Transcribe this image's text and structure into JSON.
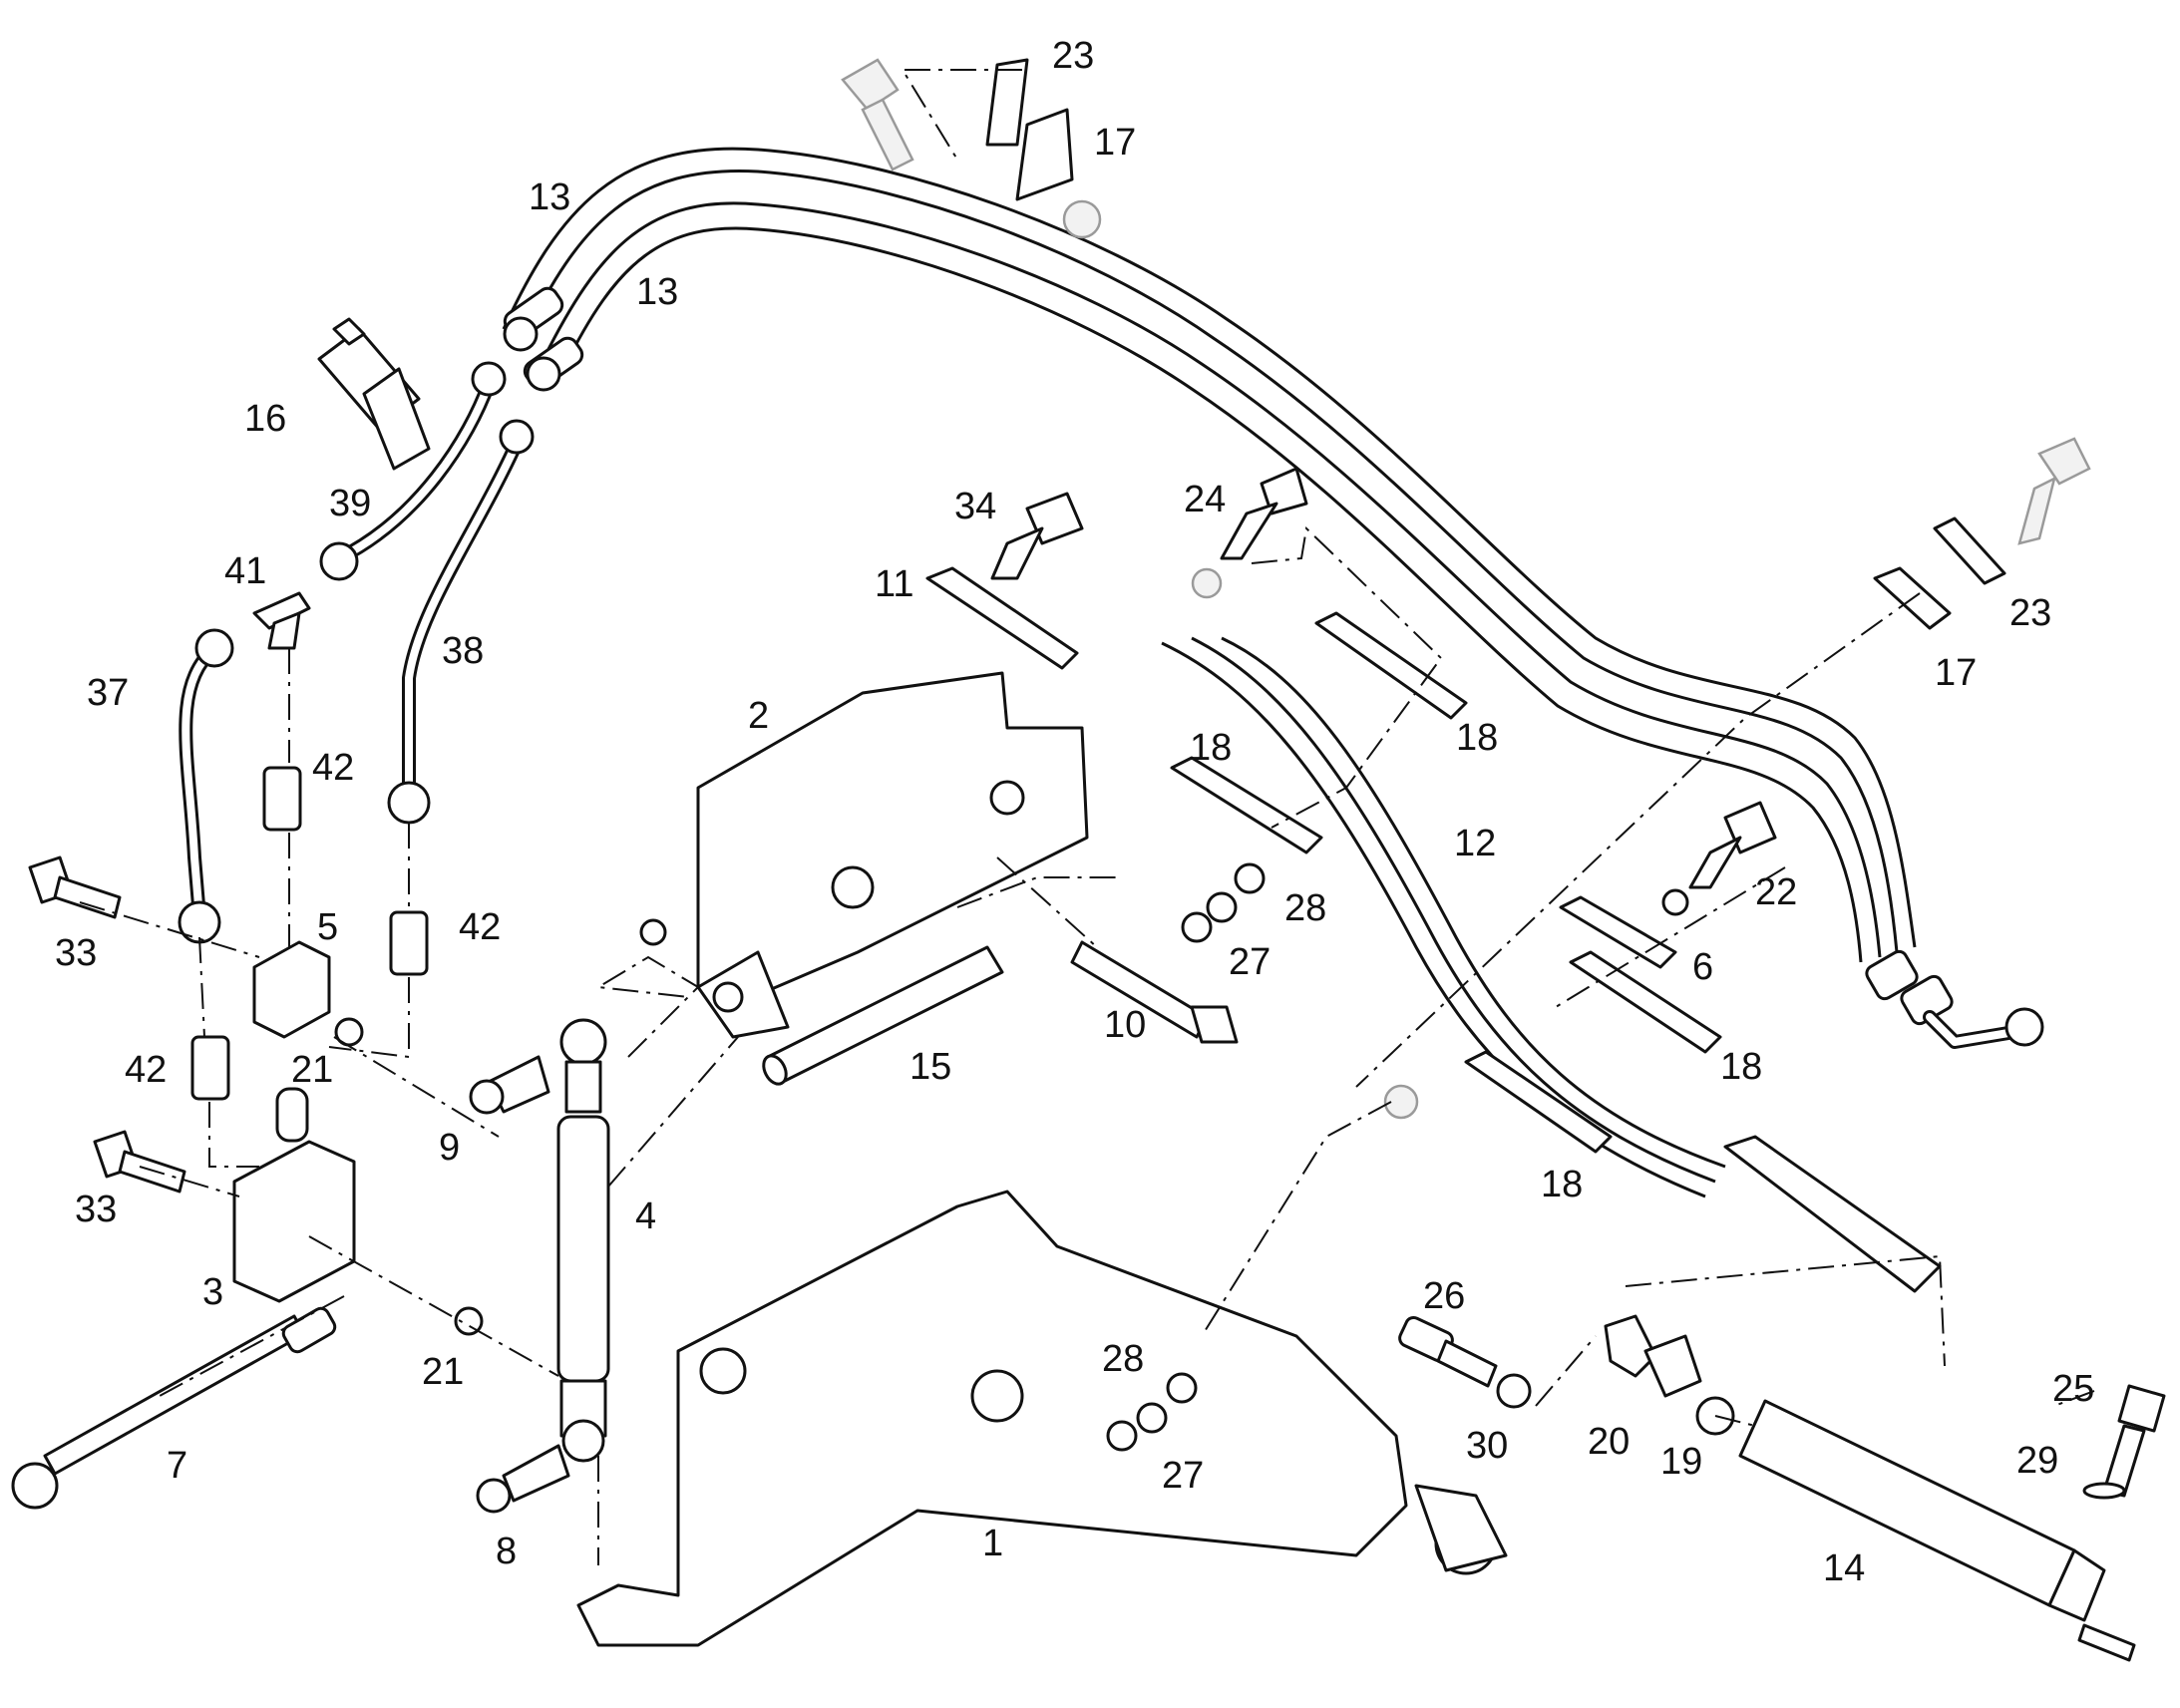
{
  "diagram": {
    "callouts": [
      {
        "id": "c1",
        "label": "1"
      },
      {
        "id": "c2",
        "label": "2"
      },
      {
        "id": "c3",
        "label": "3"
      },
      {
        "id": "c4",
        "label": "4"
      },
      {
        "id": "c5",
        "label": "5"
      },
      {
        "id": "c6",
        "label": "6"
      },
      {
        "id": "c7",
        "label": "7"
      },
      {
        "id": "c8",
        "label": "8"
      },
      {
        "id": "c9",
        "label": "9"
      },
      {
        "id": "c10",
        "label": "10"
      },
      {
        "id": "c11",
        "label": "11"
      },
      {
        "id": "c12",
        "label": "12"
      },
      {
        "id": "c13a",
        "label": "13"
      },
      {
        "id": "c13b",
        "label": "13"
      },
      {
        "id": "c14",
        "label": "14"
      },
      {
        "id": "c15",
        "label": "15"
      },
      {
        "id": "c16",
        "label": "16"
      },
      {
        "id": "c17a",
        "label": "17"
      },
      {
        "id": "c17b",
        "label": "17"
      },
      {
        "id": "c18a",
        "label": "18"
      },
      {
        "id": "c18b",
        "label": "18"
      },
      {
        "id": "c18c",
        "label": "18"
      },
      {
        "id": "c18d",
        "label": "18"
      },
      {
        "id": "c19",
        "label": "19"
      },
      {
        "id": "c20",
        "label": "20"
      },
      {
        "id": "c21a",
        "label": "21"
      },
      {
        "id": "c21b",
        "label": "21"
      },
      {
        "id": "c22",
        "label": "22"
      },
      {
        "id": "c23a",
        "label": "23"
      },
      {
        "id": "c23b",
        "label": "23"
      },
      {
        "id": "c24",
        "label": "24"
      },
      {
        "id": "c25",
        "label": "25"
      },
      {
        "id": "c26",
        "label": "26"
      },
      {
        "id": "c27a",
        "label": "27"
      },
      {
        "id": "c27b",
        "label": "27"
      },
      {
        "id": "c28a",
        "label": "28"
      },
      {
        "id": "c28b",
        "label": "28"
      },
      {
        "id": "c29",
        "label": "29"
      },
      {
        "id": "c30",
        "label": "30"
      },
      {
        "id": "c33a",
        "label": "33"
      },
      {
        "id": "c33b",
        "label": "33"
      },
      {
        "id": "c34",
        "label": "34"
      },
      {
        "id": "c37",
        "label": "37"
      },
      {
        "id": "c38",
        "label": "38"
      },
      {
        "id": "c39",
        "label": "39"
      },
      {
        "id": "c41",
        "label": "41"
      },
      {
        "id": "c42a",
        "label": "42"
      },
      {
        "id": "c42b",
        "label": "42"
      },
      {
        "id": "c42c",
        "label": "42"
      }
    ]
  }
}
